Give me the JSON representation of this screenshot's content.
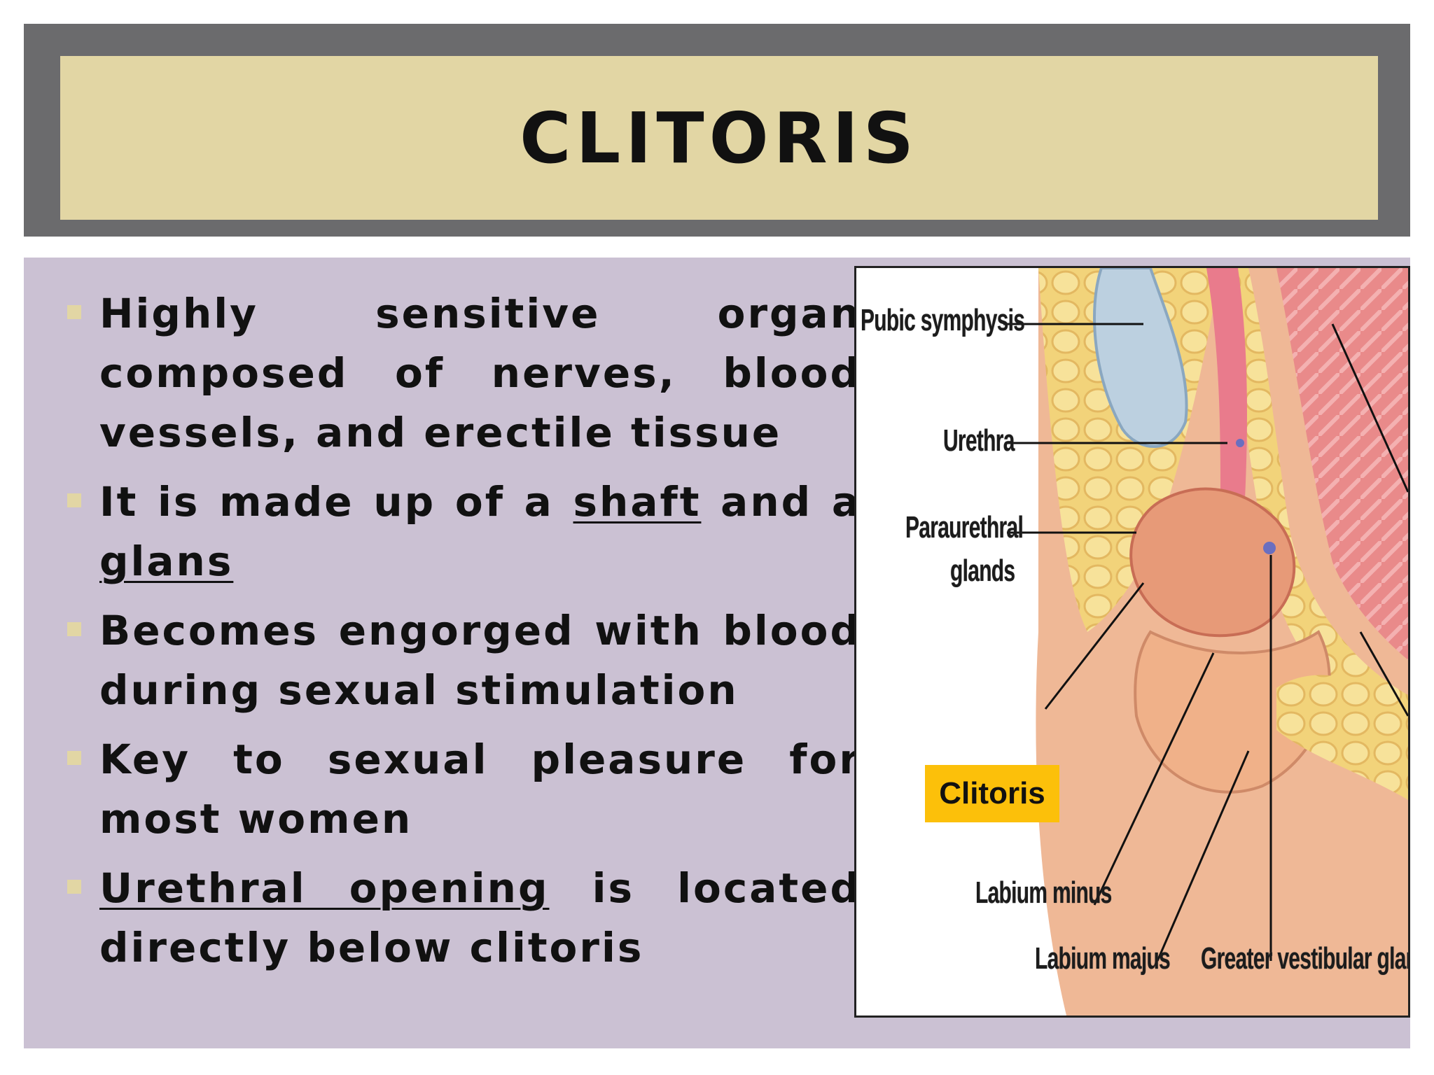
{
  "slide": {
    "title": "CLITORIS",
    "bullets": [
      {
        "parts": [
          {
            "text": "Highly sensitive organ composed of nerves, blood vessels, and erectile tissue",
            "underline": false
          }
        ]
      },
      {
        "parts": [
          {
            "text": "It is made up of a ",
            "underline": false
          },
          {
            "text": "shaft",
            "underline": true
          },
          {
            "text": " and a ",
            "underline": false
          },
          {
            "text": "glans",
            "underline": true
          }
        ]
      },
      {
        "parts": [
          {
            "text": "Becomes engorged with blood during sexual stimulation",
            "underline": false
          }
        ]
      },
      {
        "parts": [
          {
            "text": "Key to sexual pleasure for most women",
            "underline": false
          }
        ]
      },
      {
        "parts": [
          {
            "text": "Urethral opening",
            "underline": true
          },
          {
            "text": " is located directly below clitoris",
            "underline": false
          }
        ]
      }
    ]
  },
  "figure": {
    "labels": {
      "pubic_symphysis": "Pubic symphysis",
      "urethra": "Urethra",
      "paraurethral_1": "Paraurethral",
      "paraurethral_2": "glands",
      "labium_minus": "Labium minus",
      "labium_majus": "Labium majus",
      "greater_vestibular_gland": "Greater vestibular gland"
    },
    "callout": "Clitoris"
  },
  "colors": {
    "title_frame": "#6b6b6d",
    "title_box": "#e2d6a4",
    "content_bg": "#cbc1d3",
    "bullet_marker": "#e2d6a4",
    "callout_bg": "#fcc00a"
  }
}
